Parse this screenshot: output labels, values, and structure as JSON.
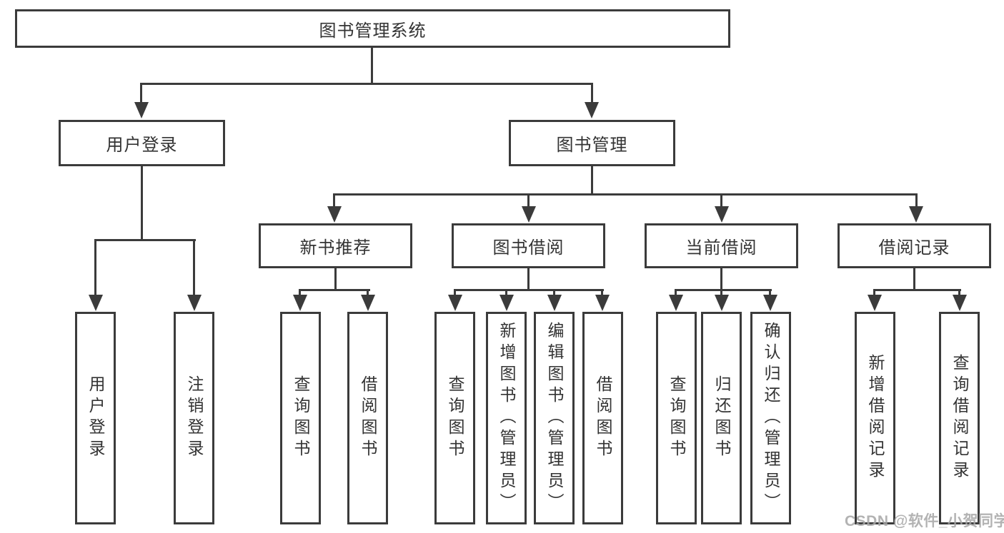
{
  "colors": {
    "line": "#3b3b3b",
    "text": "#333333",
    "watermark": "#a6a6a6",
    "background": "#ffffff"
  },
  "watermark": "CSDN @软件_小贺同学",
  "level1": {
    "label": "图书管理系统"
  },
  "level2": {
    "user_login": "用户登录",
    "book_management": "图书管理"
  },
  "level3": {
    "new_book_recommend": "新书推荐",
    "book_borrow": "图书借阅",
    "current_borrow": "当前借阅",
    "borrow_records": "借阅记录"
  },
  "leaves": {
    "user_login": [
      "用户登录",
      "注销登录"
    ],
    "new_book_recommend": [
      "查询图书",
      "借阅图书"
    ],
    "book_borrow": [
      "查询图书",
      "新增图书（管理员）",
      "编辑图书（管理员）",
      "借阅图书"
    ],
    "current_borrow": [
      "查询图书",
      "归还图书",
      "确认归还（管理员）"
    ],
    "borrow_records": [
      "新增借阅记录",
      "查询借阅记录"
    ]
  }
}
